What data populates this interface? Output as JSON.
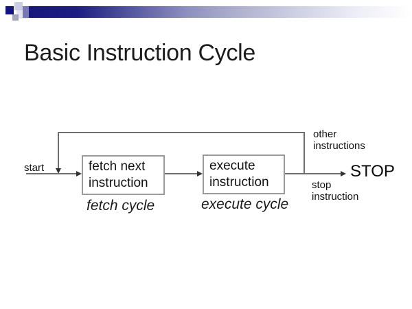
{
  "slide": {
    "title": "Basic Instruction Cycle",
    "colors": {
      "header_bar_dark": "#16167d",
      "header_bar_fade_to": "#ffffff",
      "accent_square_navy": "#14147d",
      "accent_square_light": "#c9cce3",
      "accent_square_gray": "#a6a8ba",
      "connector_line": "#6e6e6e",
      "box_border": "#9a9a9a",
      "text": "#111111"
    }
  },
  "diagram": {
    "start_label": "start",
    "boxes": [
      {
        "line1": "fetch next",
        "line2": "instruction",
        "caption": "fetch cycle"
      },
      {
        "line1": "execute",
        "line2": "instruction",
        "caption": "execute cycle"
      }
    ],
    "other_label_line1": "other",
    "other_label_line2": "instructions",
    "stop_label": "STOP",
    "stop_instr_line1": "stop",
    "stop_instr_line2": "instruction"
  }
}
